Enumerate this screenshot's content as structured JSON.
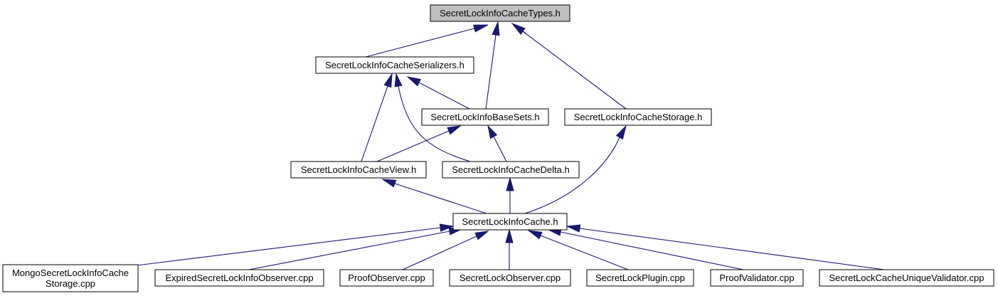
{
  "diagram": {
    "type": "include-dependency-graph",
    "colors": {
      "edge": "#191970",
      "root_fill": "#bfbfbf",
      "node_fill": "#ffffff",
      "node_border": "#000000"
    },
    "nodes": [
      {
        "id": "types",
        "label": "SecretLockInfoCacheTypes.h",
        "root": true
      },
      {
        "id": "serializers",
        "label": "SecretLockInfoCacheSerializers.h"
      },
      {
        "id": "basesets",
        "label": "SecretLockInfoBaseSets.h"
      },
      {
        "id": "storage",
        "label": "SecretLockInfoCacheStorage.h"
      },
      {
        "id": "view",
        "label": "SecretLockInfoCacheView.h"
      },
      {
        "id": "delta",
        "label": "SecretLockInfoCacheDelta.h"
      },
      {
        "id": "cache",
        "label": "SecretLockInfoCache.h"
      },
      {
        "id": "mongo",
        "label": "MongoSecretLockInfoCache\nStorage.cpp"
      },
      {
        "id": "expired",
        "label": "ExpiredSecretLockInfoObserver.cpp"
      },
      {
        "id": "proofobs",
        "label": "ProofObserver.cpp"
      },
      {
        "id": "slobs",
        "label": "SecretLockObserver.cpp"
      },
      {
        "id": "plugin",
        "label": "SecretLockPlugin.cpp"
      },
      {
        "id": "proofval",
        "label": "ProofValidator.cpp"
      },
      {
        "id": "uniqueval",
        "label": "SecretLockCacheUniqueValidator.cpp"
      }
    ],
    "edges": [
      {
        "from": "serializers",
        "to": "types"
      },
      {
        "from": "basesets",
        "to": "types"
      },
      {
        "from": "storage",
        "to": "types"
      },
      {
        "from": "basesets",
        "to": "serializers"
      },
      {
        "from": "view",
        "to": "serializers"
      },
      {
        "from": "delta",
        "to": "serializers"
      },
      {
        "from": "view",
        "to": "basesets"
      },
      {
        "from": "delta",
        "to": "basesets"
      },
      {
        "from": "cache",
        "to": "view"
      },
      {
        "from": "cache",
        "to": "delta"
      },
      {
        "from": "cache",
        "to": "storage"
      },
      {
        "from": "mongo",
        "to": "cache"
      },
      {
        "from": "expired",
        "to": "cache"
      },
      {
        "from": "proofobs",
        "to": "cache"
      },
      {
        "from": "slobs",
        "to": "cache"
      },
      {
        "from": "plugin",
        "to": "cache"
      },
      {
        "from": "proofval",
        "to": "cache"
      },
      {
        "from": "uniqueval",
        "to": "cache"
      }
    ]
  }
}
